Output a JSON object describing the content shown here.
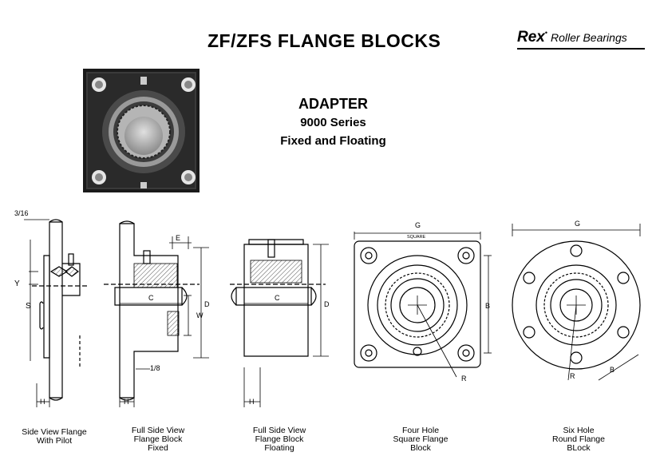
{
  "header": {
    "title": "ZF/ZFS FLANGE BLOCKS",
    "brand_name": "Rex",
    "brand_suffix": "Roller Bearings"
  },
  "subtitle": {
    "line1": "ADAPTER",
    "line2": "9000 Series",
    "line3": "Fixed and Floating"
  },
  "dimension_labels": {
    "d316": "3/16",
    "y": "Y",
    "s": "S",
    "h": "H",
    "e": "E",
    "c": "C",
    "d": "D",
    "w": "W",
    "d18": "1/8",
    "g": "G",
    "square": "SQUARE",
    "b": "B",
    "r": "R"
  },
  "captions": {
    "side_pilot": [
      "Side View Flange",
      "With Pilot"
    ],
    "full_fixed": [
      "Full Side View",
      "Flange Block",
      "Fixed"
    ],
    "full_floating": [
      "Full Side View",
      "Flange Block",
      "Floating"
    ],
    "four_hole": [
      "Four Hole",
      "Square Flange",
      "Block"
    ],
    "six_hole": [
      "Six Hole",
      "Round Flange",
      "BLock"
    ]
  }
}
